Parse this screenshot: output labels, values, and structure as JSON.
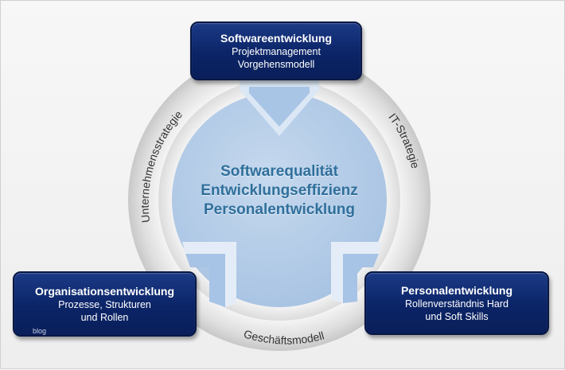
{
  "diagram": {
    "center": {
      "lines": [
        "Softwarequalität",
        "Entwicklungseffizienz",
        "Personalentwicklung"
      ]
    },
    "ring_labels": {
      "left": "Unternehmensstrategie",
      "right": "IT-Strategie",
      "bottom": "Geschäftsmodell"
    },
    "boxes": {
      "top": {
        "title": "Softwareentwicklung",
        "lines": [
          "Projektmanagement",
          "Vorgehensmodell"
        ]
      },
      "left": {
        "title": "Organisationsentwicklung",
        "lines": [
          "Prozesse, Strukturen",
          "und Rollen"
        ]
      },
      "right": {
        "title": "Personalentwicklung",
        "lines": [
          "Rollenverständnis Hard",
          "und Soft Skills"
        ]
      }
    },
    "watermark": "blog",
    "colors": {
      "box_fill": "#0b2466",
      "center_circle": "#b8cfe9",
      "center_text": "#2f6f9b",
      "ring": "#e2e2e2"
    }
  }
}
